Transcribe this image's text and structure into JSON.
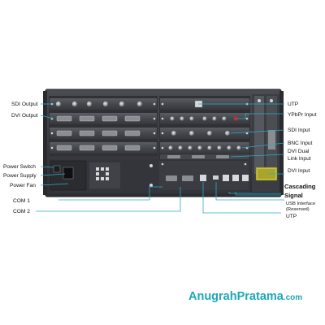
{
  "labels": {
    "left": {
      "sdi_output": "SDI Output",
      "dvi_output": "DVI Output",
      "power_switch": "Power Switch",
      "power_supply": "Power Supply",
      "power_fan": "Power Fan",
      "com1": "COM 1",
      "com2": "COM 2"
    },
    "right": {
      "utp_top": "UTP",
      "ypbpr_input": "YPbPr Input",
      "sdi_input": "SDI Input",
      "bnc_input": "BNC Input",
      "dvi_dual_link_1": "DVI Dual",
      "dvi_dual_link_2": "Link Input",
      "dvi_input": "DVI Input",
      "cascading": "Cascading",
      "signal": "Signal",
      "usb_interface_1": "USB Interface",
      "usb_interface_2": "(Reserved)",
      "utp_bottom": "UTP"
    }
  },
  "brand": {
    "name": "AnugrahPratama",
    "suffix": ".com"
  },
  "colors": {
    "leader_line": "#2fa9c7",
    "chassis": "#3a3c40",
    "brand": "#1fa6b7"
  }
}
